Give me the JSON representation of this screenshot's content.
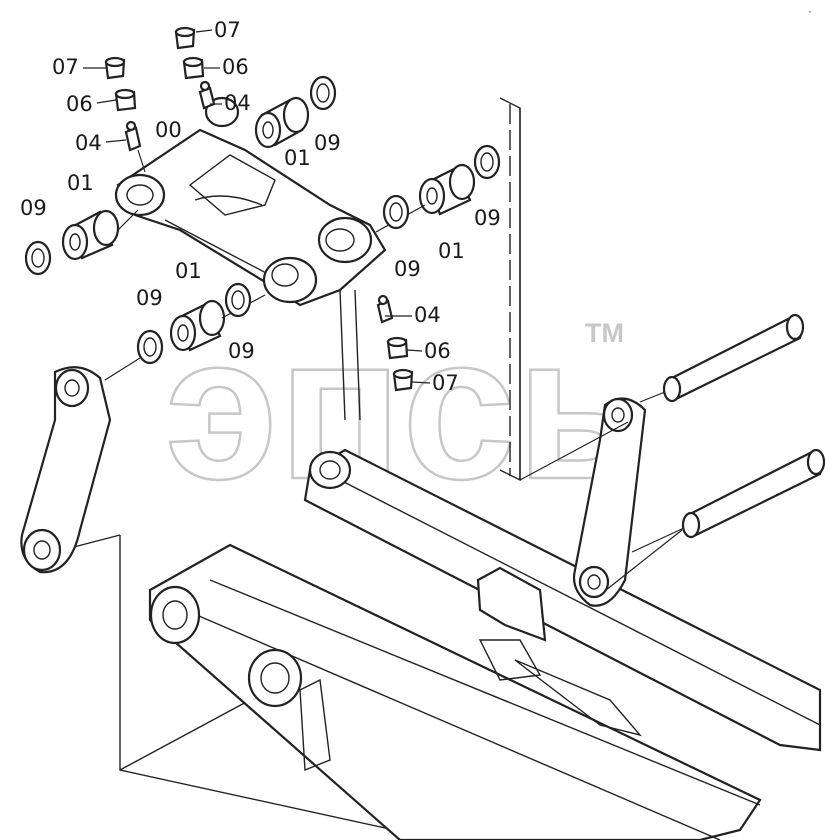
{
  "diagram": {
    "callouts": [
      "07",
      "06",
      "04",
      "00",
      "07",
      "06",
      "04",
      "01",
      "09",
      "09",
      "01",
      "09",
      "01",
      "09",
      "01",
      "09",
      "04",
      "06",
      "07"
    ],
    "watermark": "эпсь",
    "trademark": "TM"
  }
}
